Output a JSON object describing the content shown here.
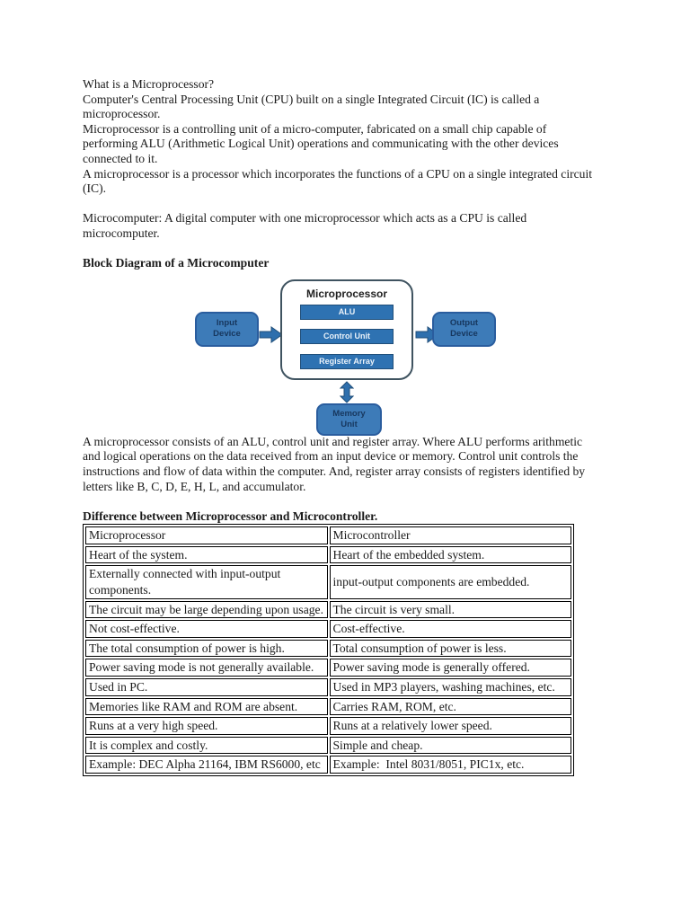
{
  "theme": {
    "text_color": "#1a1a1a",
    "box_fill": "#3d7bb8",
    "box_border": "#2a5d9e",
    "bar_fill": "#2e72b2",
    "bar_border": "#1f4e79",
    "box_text": "#17375e",
    "bar_text": "#eaf2fa",
    "frame_border": "#3f5360",
    "arrow_fill": "#2e6fad",
    "arrow_stroke": "#1f4e79",
    "table_border": "#000000"
  },
  "intro": [
    "What is a Microprocessor?",
    "Computer's Central Processing Unit (CPU) built on a single Integrated Circuit (IC) is called a microprocessor.",
    "Microprocessor is a controlling unit of a micro-computer, fabricated on a small chip capable of performing ALU (Arithmetic Logical Unit) operations and communicating with the other devices connected to it.",
    "A microprocessor is a processor which incorporates the functions of a CPU on a single integrated circuit (IC)."
  ],
  "microcomputer_para": "Microcomputer: A digital computer with one microprocessor which acts as a CPU is called microcomputer.",
  "diagram_heading": "Block Diagram of a Microcomputer",
  "diagram": {
    "title": "Microprocessor",
    "bars": [
      "ALU",
      "Control Unit",
      "Register Array"
    ],
    "boxes": {
      "input": [
        "Input",
        "Device"
      ],
      "output": [
        "Output",
        "Device"
      ],
      "memory": [
        "Memory",
        "Unit"
      ]
    }
  },
  "description_para": "A microprocessor consists of an ALU, control unit and register array. Where ALU performs arithmetic and logical operations on the data received from an input device or memory. Control unit controls the instructions and flow of data within the computer. And, register array consists of registers identified by letters like B, C, D, E, H, L, and accumulator.",
  "table": {
    "heading": "Difference between Microprocessor and Microcontroller.",
    "columns": [
      "Microprocessor",
      "Microcontroller"
    ],
    "rows": [
      [
        "Heart of the system.",
        "Heart of the embedded system."
      ],
      [
        "Externally connected with input-output components.",
        "input-output components are embedded."
      ],
      [
        "The circuit may be large depending upon usage.",
        "The circuit is very small."
      ],
      [
        "Not cost-effective.",
        "Cost-effective."
      ],
      [
        "The total consumption of power is high.",
        "Total consumption of power is less."
      ],
      [
        "Power saving mode is not generally available.",
        "Power saving mode is generally offered."
      ],
      [
        "Used in PC.",
        "Used in MP3 players, washing machines, etc."
      ],
      [
        "Memories like RAM and ROM are absent.",
        "Carries RAM, ROM, etc."
      ],
      [
        "Runs at a very high speed.",
        "Runs at a relatively lower speed."
      ],
      [
        "It is complex and costly.",
        "Simple and cheap."
      ],
      [
        "Example: DEC Alpha 21164, IBM RS6000, etc",
        "Example:  Intel 8031/8051, PIC1x, etc."
      ]
    ]
  }
}
